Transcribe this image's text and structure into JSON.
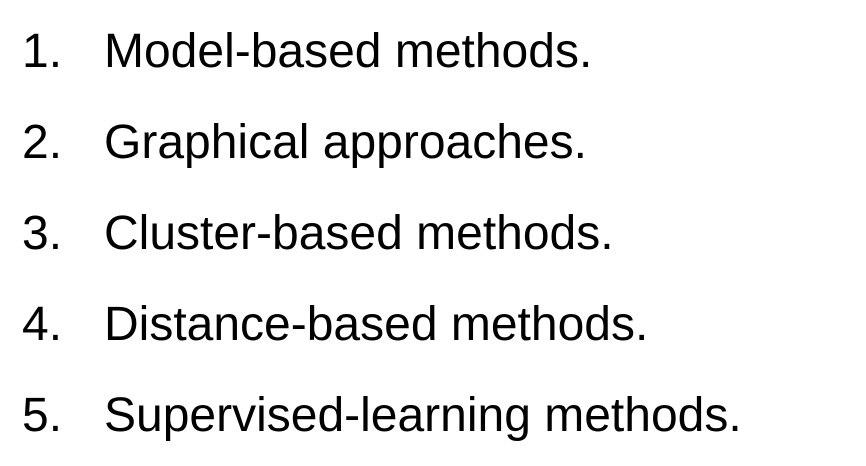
{
  "list": {
    "items": [
      {
        "number": "1.",
        "text": "Model-based methods."
      },
      {
        "number": "2.",
        "text": "Graphical approaches."
      },
      {
        "number": "3.",
        "text": "Cluster-based methods."
      },
      {
        "number": "4.",
        "text": "Distance-based methods."
      },
      {
        "number": "5.",
        "text": "Supervised-learning methods."
      }
    ]
  }
}
